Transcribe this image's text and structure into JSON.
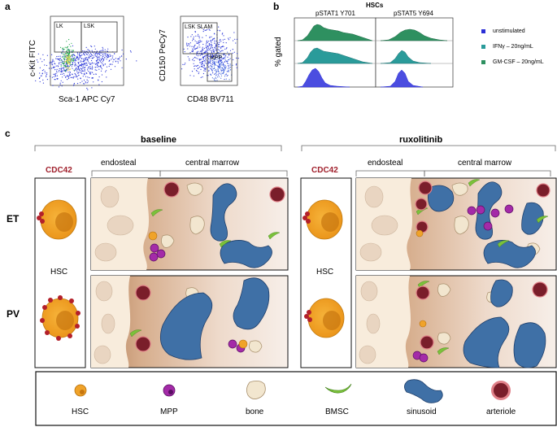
{
  "panels": {
    "a": "a",
    "b": "b",
    "c": "c"
  },
  "flow": {
    "plot1": {
      "y": "c-Kit FITC",
      "x": "Sca-1 APC Cy7",
      "gates": [
        "LK",
        "LSK"
      ]
    },
    "plot2": {
      "y": "CD150 PeCy7",
      "x": "CD48 BV711",
      "gates": [
        "LSK SLAM",
        "MPP"
      ]
    }
  },
  "histo": {
    "title": "HSCs",
    "col1": "pSTAT1 Y701",
    "col2": "pSTAT5 Y694",
    "ylabel": "% gated",
    "legend": [
      {
        "label": "unstimulated",
        "color": "#2b2fd6"
      },
      {
        "label": "IFNγ – 20ng/mL",
        "color": "#2a9b9a"
      },
      {
        "label": "GM-CSF – 20ng/mL",
        "color": "#2e9060"
      }
    ]
  },
  "schematic": {
    "baseline": "baseline",
    "ruxolitinib": "ruxolitinib",
    "endosteal": "endosteal",
    "central": "central marrow",
    "cdc42": "CDC42",
    "hsc": "HSC",
    "rows": [
      "ET",
      "PV"
    ]
  },
  "key": [
    {
      "name": "hsc",
      "label": "HSC"
    },
    {
      "name": "mpp",
      "label": "MPP"
    },
    {
      "name": "bone",
      "label": "bone"
    },
    {
      "name": "bmsc",
      "label": "BMSC"
    },
    {
      "name": "sinusoid",
      "label": "sinusoid"
    },
    {
      "name": "arteriole",
      "label": "arteriole"
    }
  ]
}
